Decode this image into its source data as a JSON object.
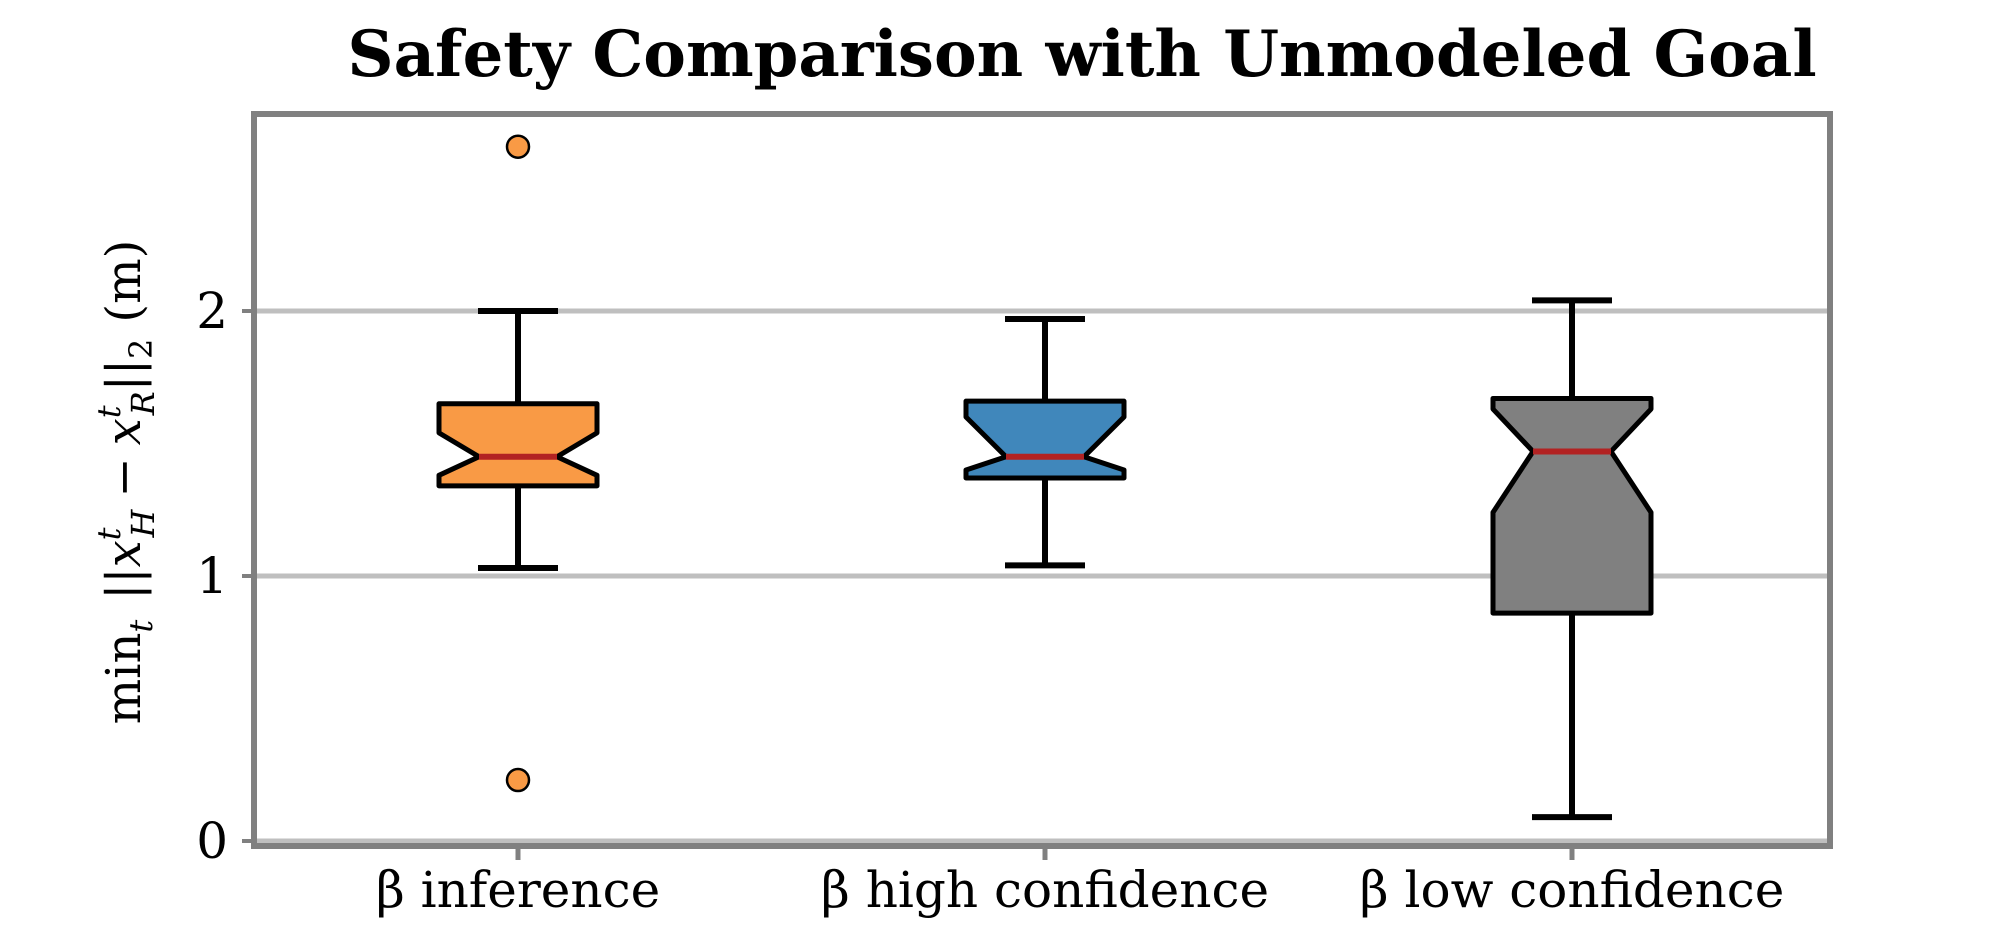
{
  "chart_data": {
    "type": "box",
    "title": "Safety Comparison with Unmodeled Goal",
    "ylabel": {
      "prefix": "min",
      "prefix_sub": "t",
      "open_norm": "||",
      "var1": "x",
      "var1_sup": "t",
      "var1_sub": "H",
      "minus": "−",
      "var2": "x",
      "var2_sup": "t",
      "var2_sub": "R",
      "close_norm": "||",
      "norm_sub": "2",
      "unit": "(m)"
    },
    "xlabel": "",
    "ylim": [
      -0.05,
      2.75
    ],
    "yticks": [
      0,
      1,
      2
    ],
    "ytick_labels": [
      "0",
      "1",
      "2"
    ],
    "grid": "y",
    "notched": true,
    "colors": {
      "frame": "#808080",
      "grid": "#bfbfbf",
      "median": "#b22222",
      "outline": "#000000"
    },
    "boxes": [
      {
        "label": "β inference",
        "color": "#f99a45",
        "whislo": 1.03,
        "q1": 1.34,
        "median": 1.45,
        "q3": 1.65,
        "whishi": 2.0,
        "notch_lo": 1.38,
        "notch_hi": 1.54,
        "outliers": [
          2.62,
          0.23
        ]
      },
      {
        "label": "β high confidence",
        "color": "#4087bb",
        "whislo": 1.04,
        "q1": 1.37,
        "median": 1.45,
        "q3": 1.66,
        "whishi": 1.97,
        "notch_lo": 1.4,
        "notch_hi": 1.6,
        "outliers": []
      },
      {
        "label": "β low confidence",
        "color": "#808080",
        "whislo": 0.09,
        "q1": 0.86,
        "median": 1.47,
        "q3": 1.67,
        "whishi": 2.04,
        "notch_lo": 1.24,
        "notch_hi": 1.63,
        "outliers": []
      }
    ]
  }
}
